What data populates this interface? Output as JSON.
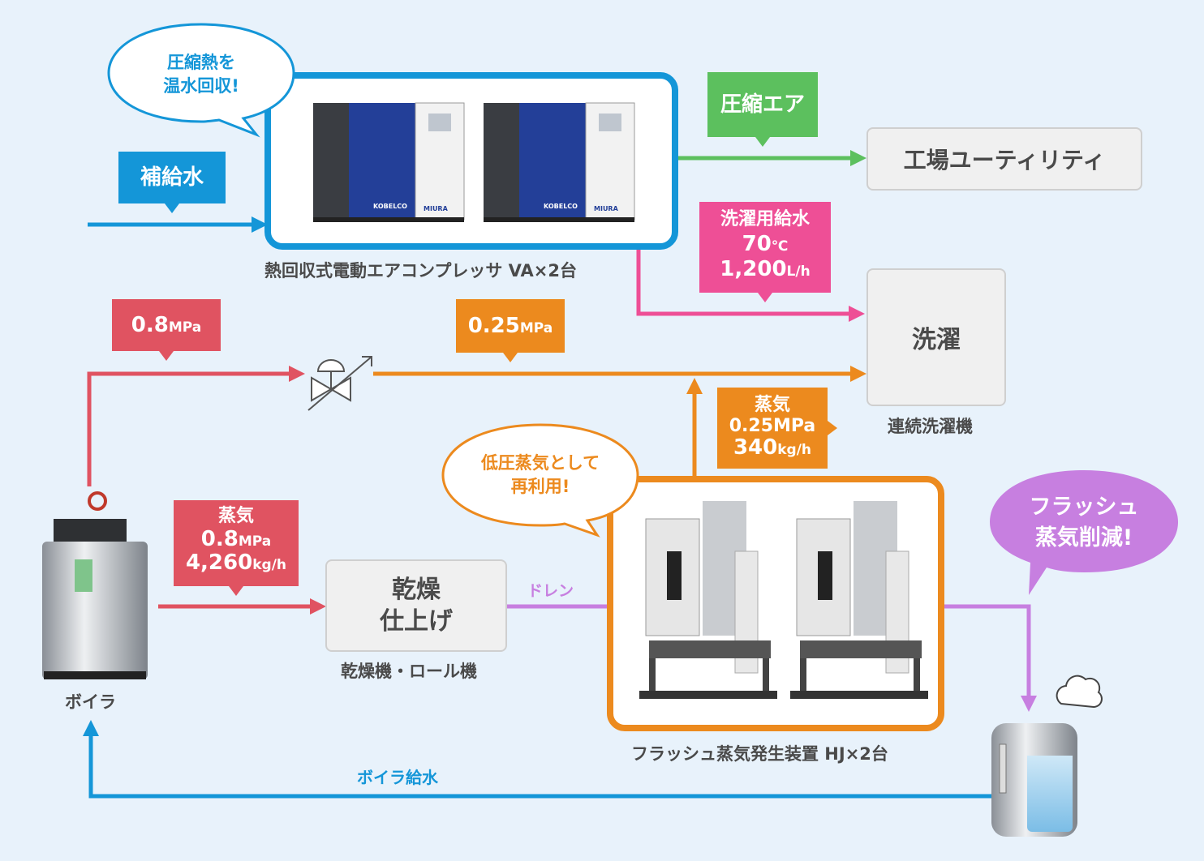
{
  "labels": {
    "makeup_water": "補給水",
    "compressed_air": "圧縮エア",
    "wash_water": {
      "title": "洗濯用給水",
      "temp": "70",
      "temp_unit": "℃",
      "flow": "1,200",
      "flow_unit": "L/h"
    },
    "high_pressure": {
      "value": "0.8",
      "unit": "MPa"
    },
    "low_pressure": {
      "value": "0.25",
      "unit": "MPa"
    },
    "flash_steam": {
      "title": "蒸気",
      "pressure": "0.25MPa",
      "flow": "340",
      "flow_unit": "kg/h"
    },
    "boiler_steam": {
      "title": "蒸気",
      "pressure": "0.8",
      "pressure_unit": "MPa",
      "flow": "4,260",
      "flow_unit": "kg/h"
    },
    "drain": "ドレン",
    "boiler_feed": "ボイラ給水"
  },
  "bubbles": {
    "heat_recovery": [
      "圧縮熱を",
      "温水回収!"
    ],
    "reuse": [
      "低圧蒸気として",
      "再利用!"
    ],
    "flash_reduction": [
      "フラッシュ",
      "蒸気削減!"
    ]
  },
  "nodes": {
    "factory_utility": "工場ユーティリティ",
    "laundry": "洗濯",
    "dry_finish": [
      "乾燥",
      "仕上げ"
    ]
  },
  "captions": {
    "compressor": "熱回収式電動エアコンプレッサ VA×2台",
    "laundry_machine": "連続洗濯機",
    "dryer": "乾燥機・ロール機",
    "boiler": "ボイラ",
    "flash_device": "フラッシュ蒸気発生装置 HJ×2台"
  },
  "brand_marks": {
    "compressor_brand": "KOBELCO",
    "maker": "MIURA"
  },
  "colors": {
    "blue": "#1496d8",
    "green": "#5cc05e",
    "pink": "#ee4f96",
    "red": "#e05361",
    "orange": "#ec8a1e",
    "purple": "#c77fe0"
  }
}
